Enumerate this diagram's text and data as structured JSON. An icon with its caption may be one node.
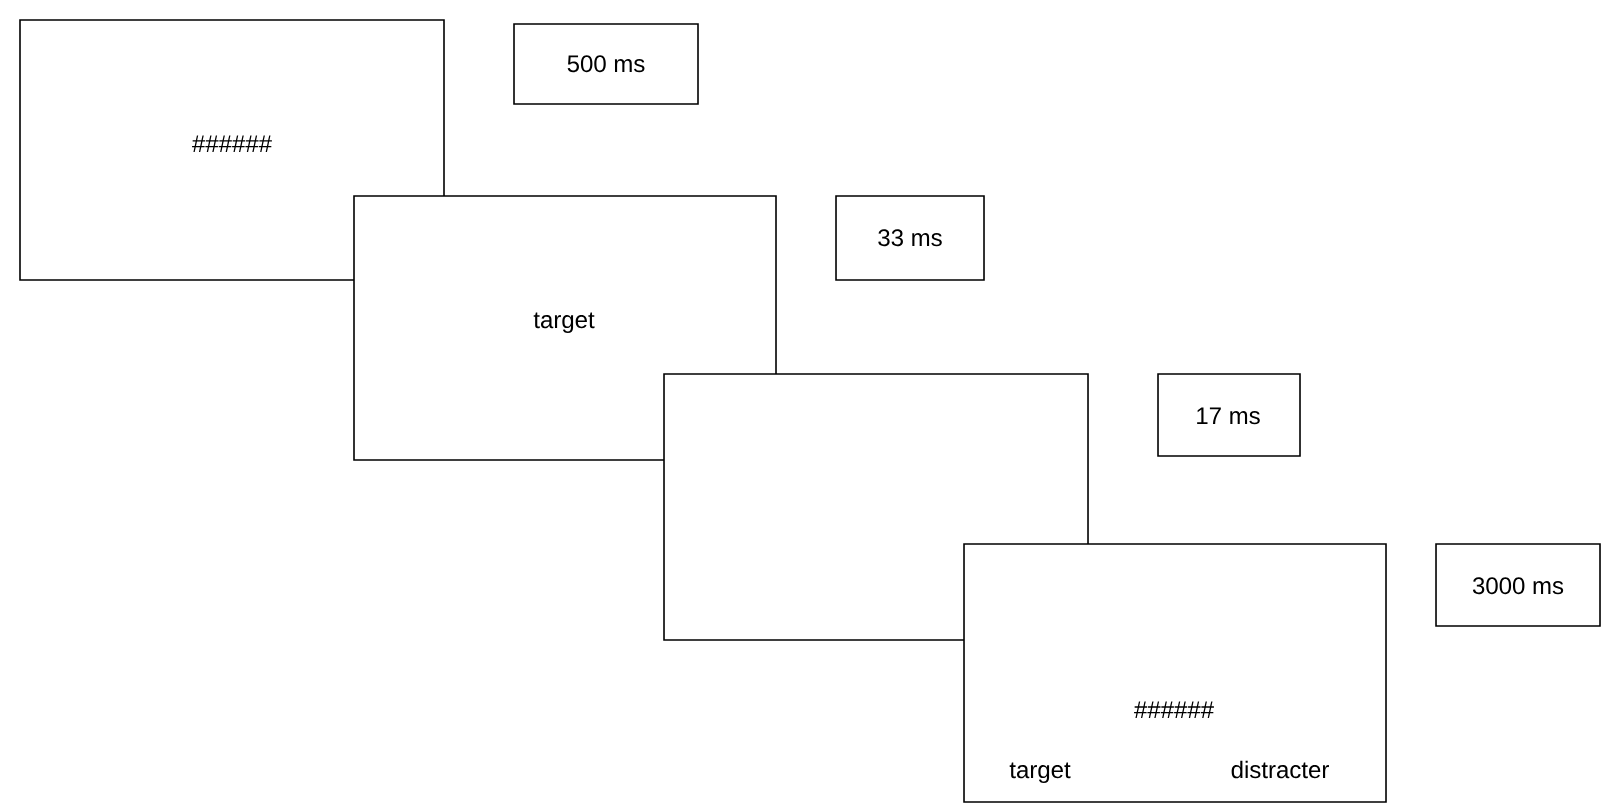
{
  "diagram": {
    "nodes": [
      {
        "text": [
          "######"
        ]
      },
      {
        "text": [
          "500 ms"
        ]
      },
      {
        "text": [
          "target"
        ]
      },
      {
        "text": [
          "33 ms"
        ]
      },
      {
        "text": [],
        "shape": "box"
      },
      {
        "text": [
          "17 ms"
        ]
      },
      {
        "text": [
          "######",
          "target",
          "distracter"
        ]
      },
      {
        "text": [
          "3000 ms"
        ]
      }
    ]
  }
}
